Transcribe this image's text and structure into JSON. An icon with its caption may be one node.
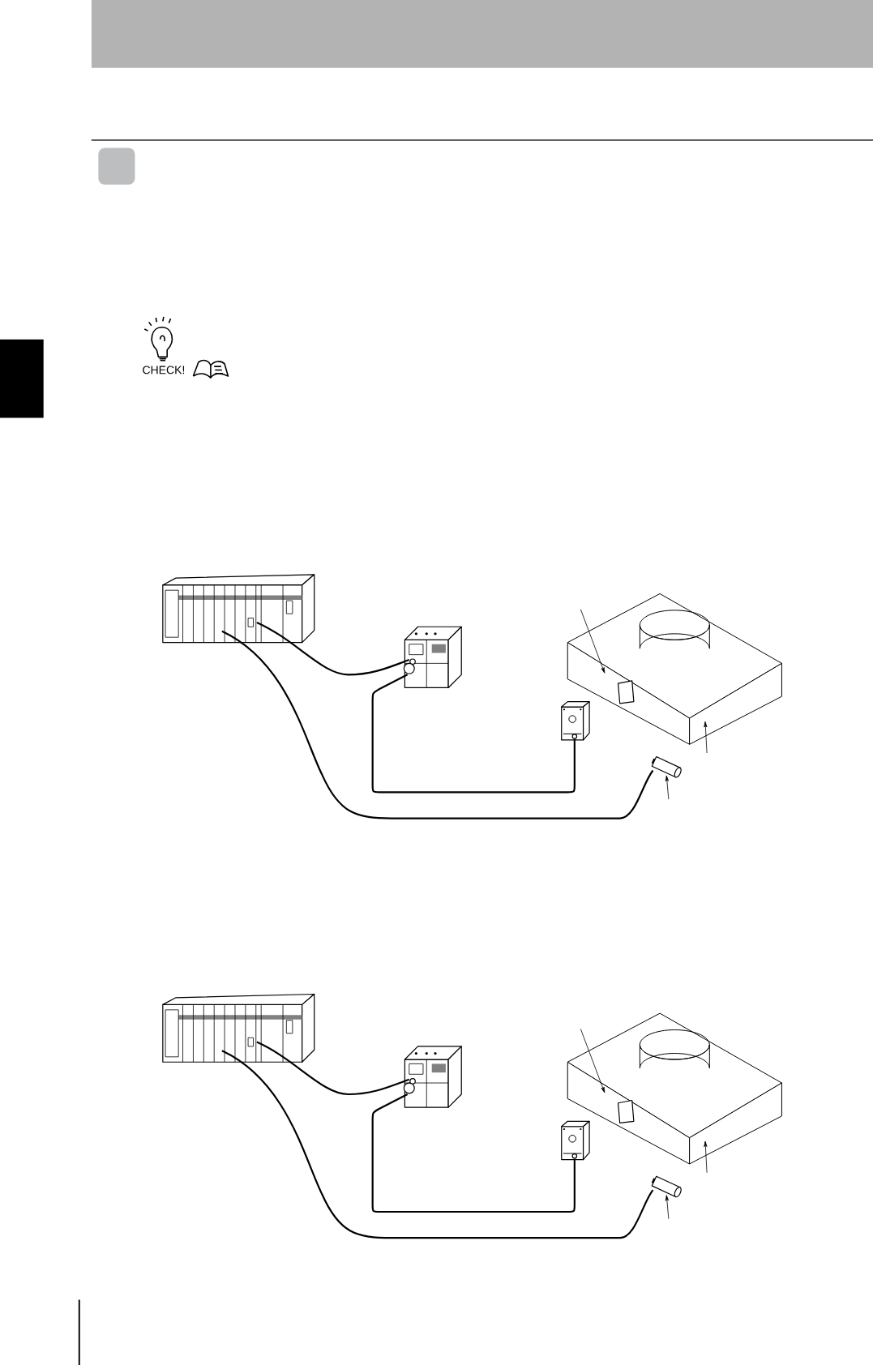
{
  "diagram": {
    "nodes": [
      {
        "text": [],
        "shape": "picture"
      },
      {
        "text": [],
        "shape": "picture"
      },
      {
        "text": [],
        "shape": "picture"
      },
      {
        "text": [],
        "shape": "picture"
      },
      {
        "text": [],
        "shape": "picture"
      },
      {
        "text": [],
        "shape": "picture"
      },
      {
        "text": [],
        "shape": "picture"
      },
      {
        "text": [],
        "shape": "picture"
      },
      {
        "text": [],
        "shape": "picture"
      },
      {
        "text": [],
        "shape": "picture"
      },
      {
        "text": [],
        "shape": "box"
      }
    ],
    "edges": [
      {
        "from": 0,
        "to": 1,
        "arrow": "none"
      },
      {
        "from": 0,
        "to": 4,
        "arrow": "none"
      },
      {
        "from": 1,
        "to": 2,
        "arrow": "none"
      },
      {
        "from": null,
        "to": 3,
        "arrow": "to"
      },
      {
        "from": null,
        "to": 3,
        "arrow": "to"
      },
      {
        "from": null,
        "to": 4,
        "arrow": "to"
      },
      {
        "from": 5,
        "to": 6,
        "arrow": "none"
      },
      {
        "from": 5,
        "to": 9,
        "arrow": "none"
      },
      {
        "from": 6,
        "to": 7,
        "arrow": "none"
      },
      {
        "from": null,
        "to": 8,
        "arrow": "to"
      },
      {
        "from": null,
        "to": 8,
        "arrow": "to"
      },
      {
        "from": null,
        "to": 9,
        "arrow": "to"
      }
    ],
    "labels": [
      "CHECK!"
    ]
  }
}
